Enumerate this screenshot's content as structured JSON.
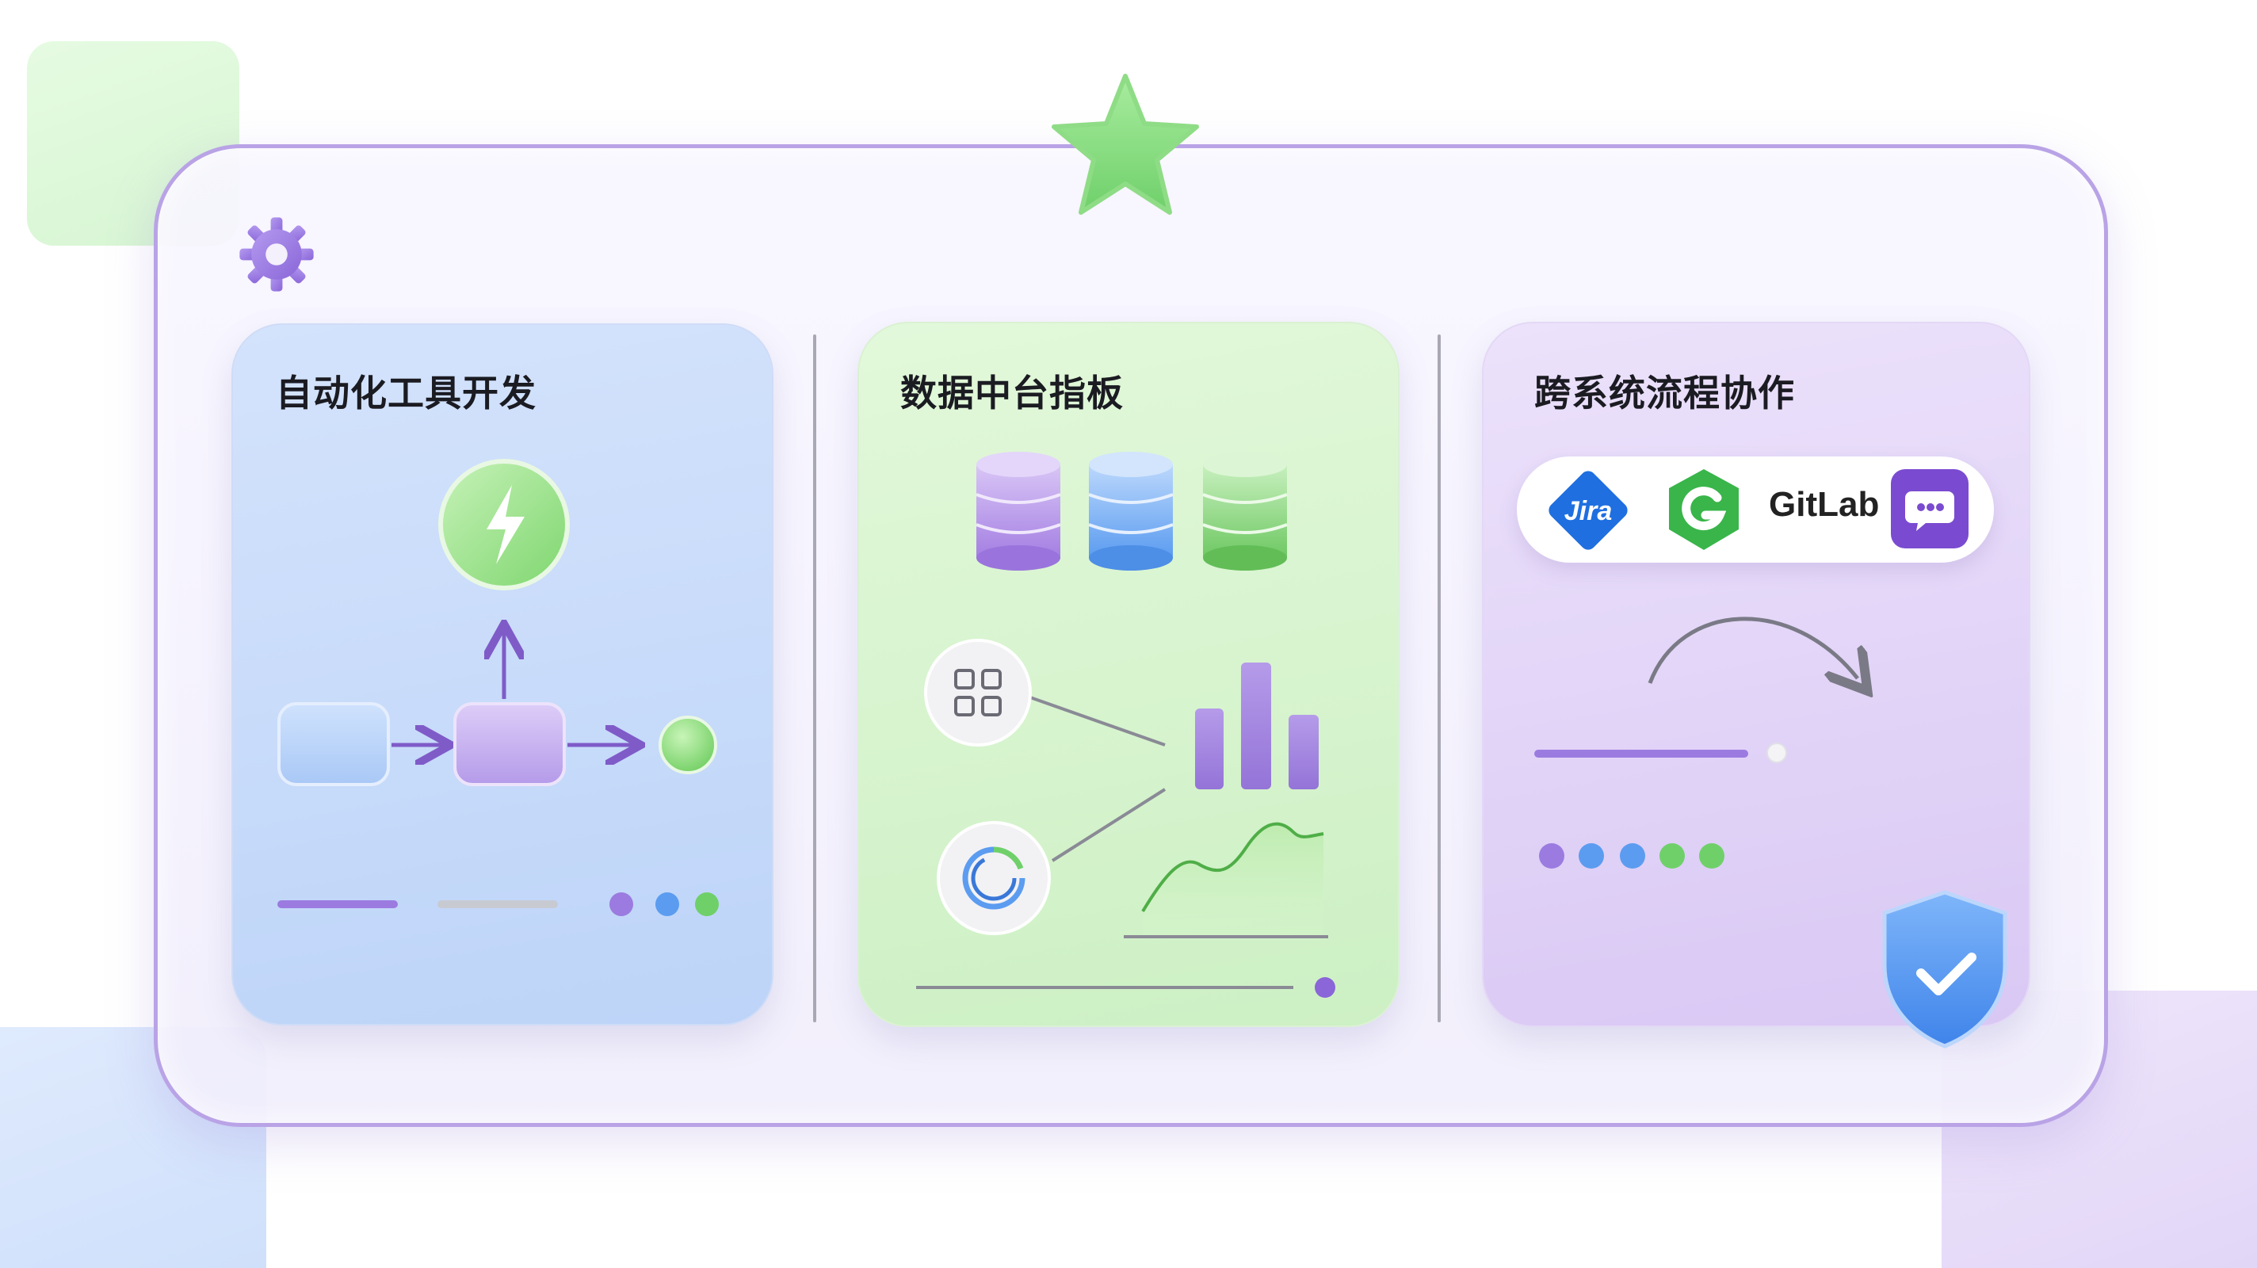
{
  "cards": {
    "automation": {
      "title": "自动化工具开发"
    },
    "data": {
      "title": "数据中台指板"
    },
    "workflow": {
      "title": "跨系统流程协作"
    }
  },
  "integrations": {
    "jira": "Jira",
    "gitlab": "GitLab"
  },
  "colors": {
    "purple": "#9b7be0",
    "blue": "#5b9cf0",
    "green": "#6fd06a",
    "frame_border": "#b9a3e6"
  },
  "icons": [
    "gear-icon",
    "star-icon",
    "lightning-icon",
    "database-icon",
    "grid-icon",
    "donut-chart-icon",
    "bar-chart-icon",
    "line-chart-icon",
    "jira-logo-icon",
    "g-logo-icon",
    "chat-icon",
    "curved-arrow-icon",
    "shield-check-icon"
  ]
}
